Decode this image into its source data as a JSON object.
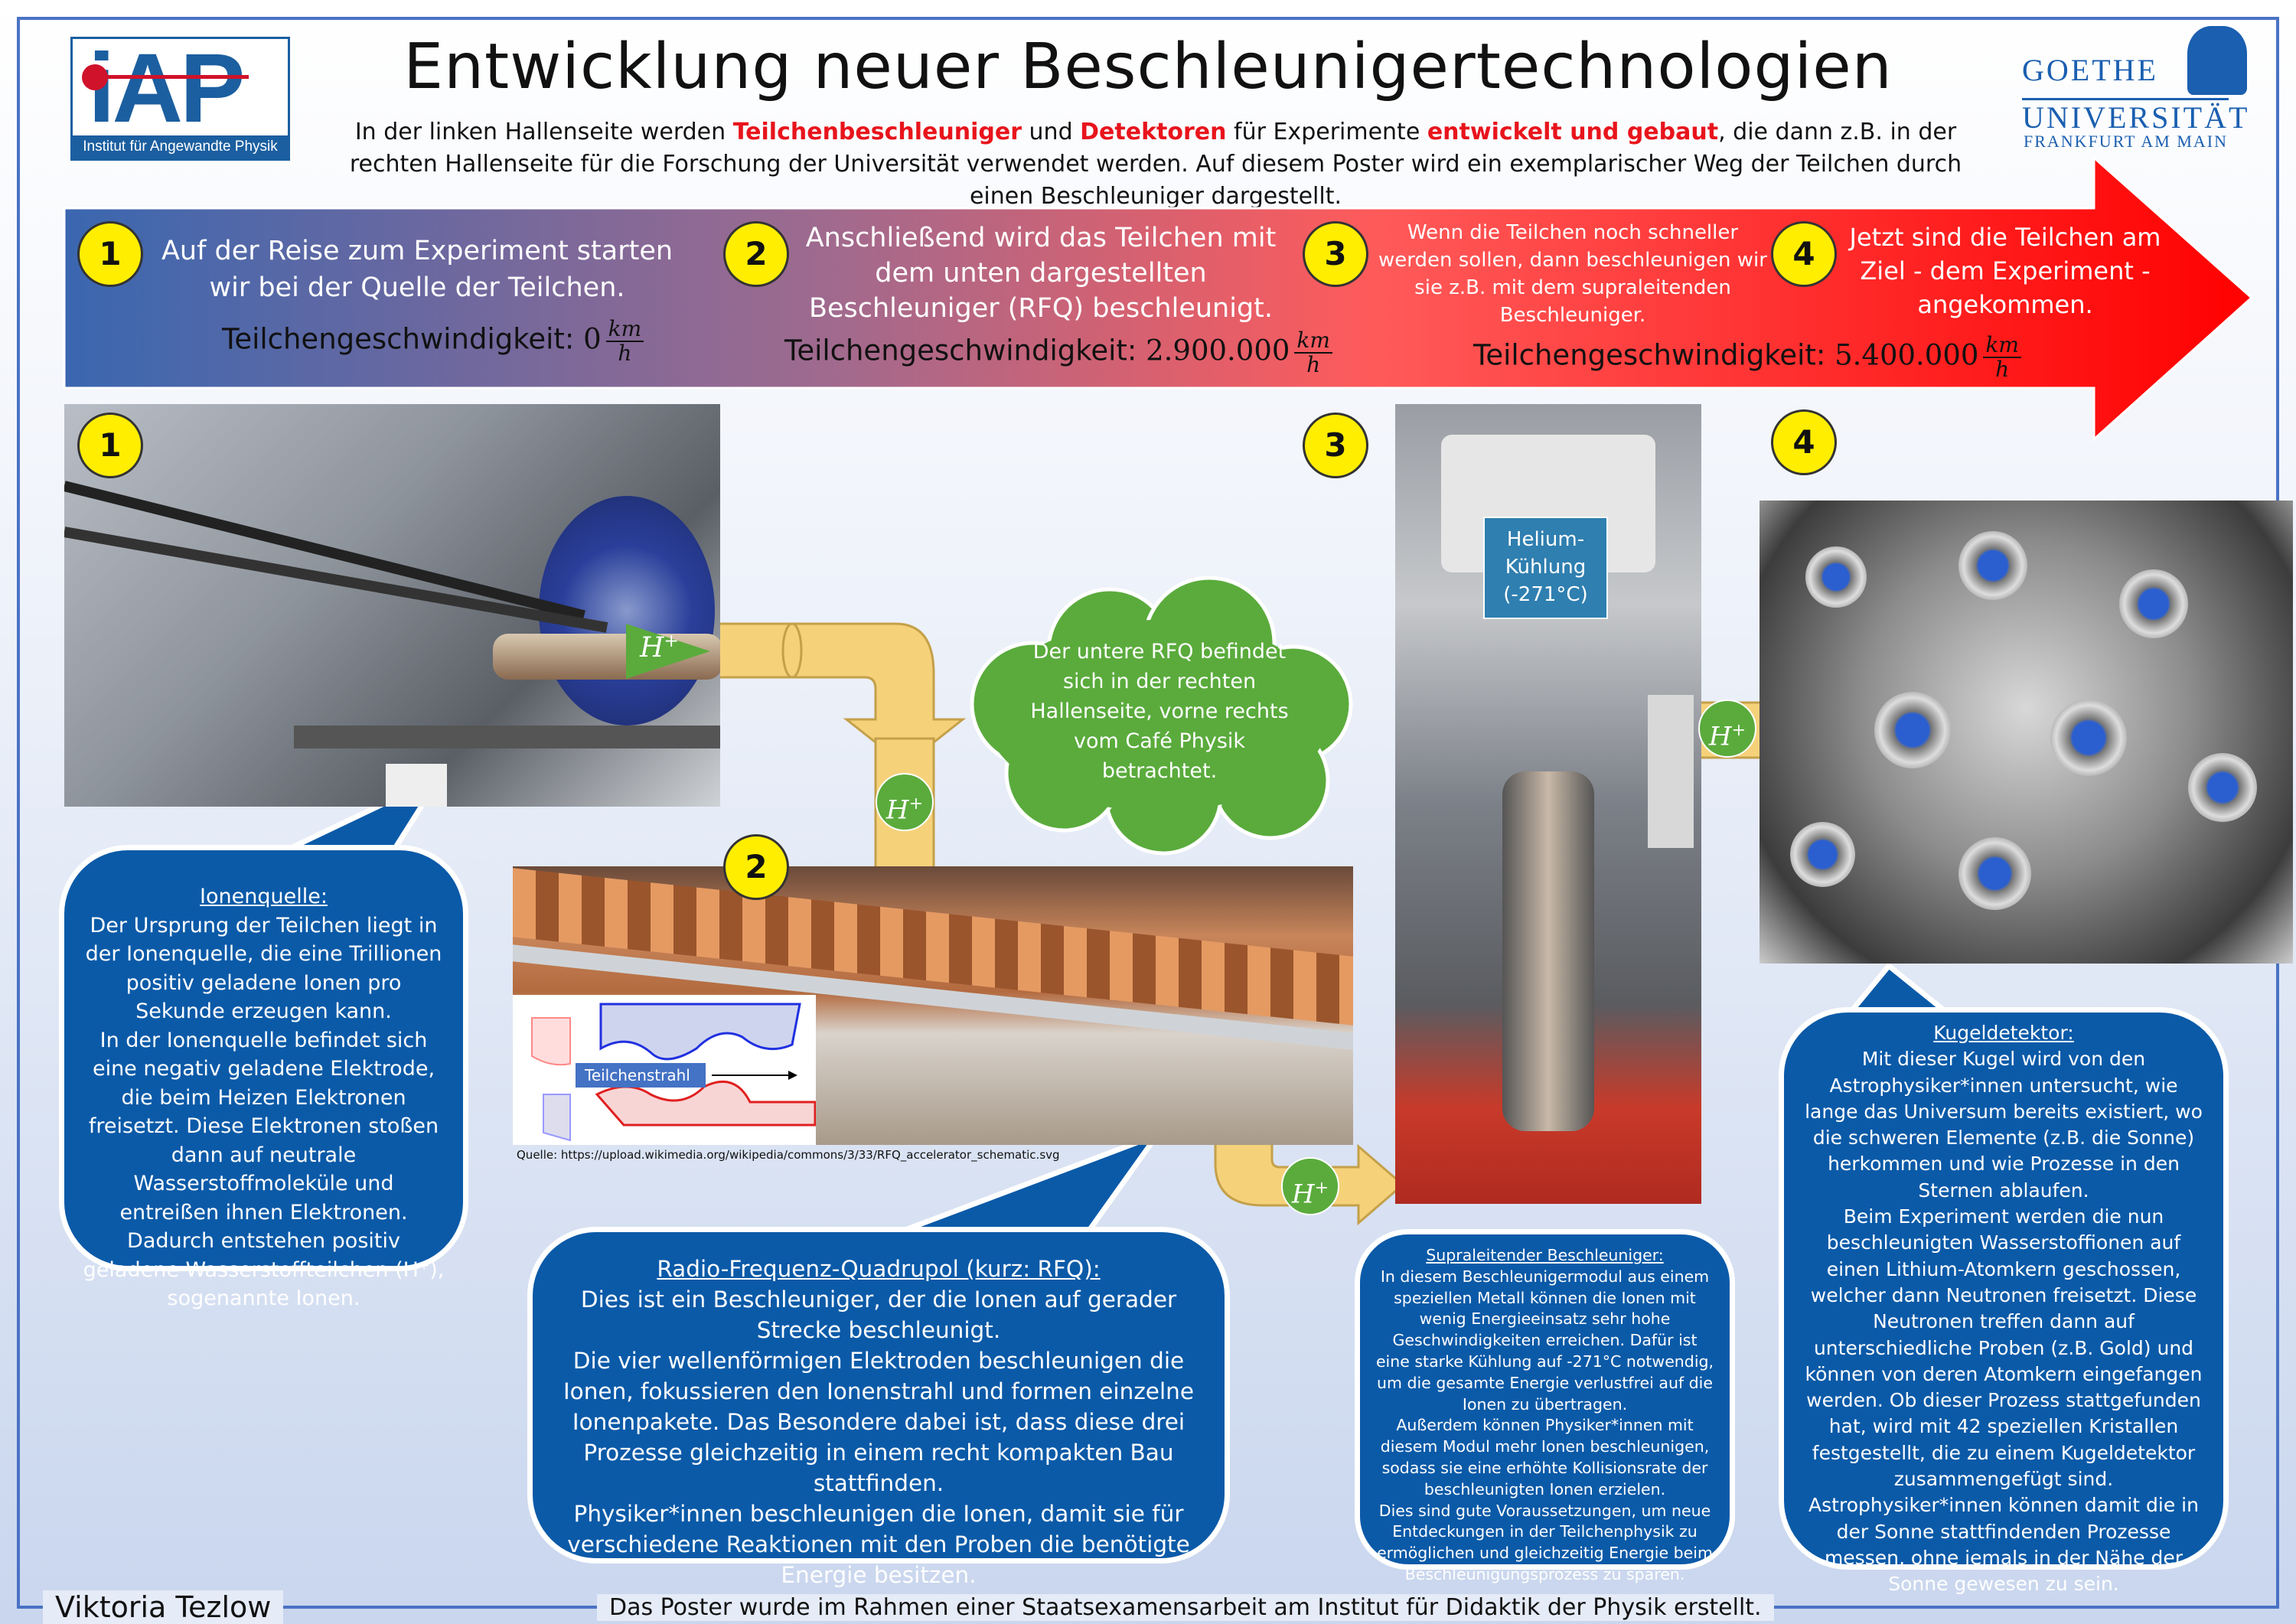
{
  "title": "Entwicklung neuer Beschleunigertechnologien",
  "intro": {
    "segments": [
      {
        "text": "In der linken Hallenseite werden ",
        "hl": false
      },
      {
        "text": "Teilchenbeschleuniger",
        "hl": true
      },
      {
        "text": " und ",
        "hl": false
      },
      {
        "text": "Detektoren",
        "hl": true
      },
      {
        "text": " für Experimente ",
        "hl": false
      },
      {
        "text": "entwickelt und gebaut",
        "hl": true
      },
      {
        "text": ", die dann z.B. in der rechten Hallenseite für die Forschung der Universität verwendet werden. Auf diesem Poster wird ein exemplarischer Weg der Teilchen durch einen Beschleuniger dargestellt.",
        "hl": false
      }
    ]
  },
  "logos": {
    "iap": {
      "letters": "iAP",
      "subtitle": "Institut für Angewandte Physik"
    },
    "goethe": {
      "line1": "GOETHE",
      "line2": "UNIVERSITÄT",
      "line3": "FRANKFURT AM MAIN"
    }
  },
  "steps": [
    {
      "number": "1",
      "text": "Auf der Reise zum Experiment starten wir bei der Quelle der Teilchen.",
      "speed_label": "Teilchengeschwindigkeit:",
      "speed_value": "0"
    },
    {
      "number": "2",
      "text": "Anschließend wird das Teilchen mit dem unten dargestellten Beschleuniger (RFQ) beschleunigt.",
      "speed_label": "Teilchengeschwindigkeit:",
      "speed_value": "2.900.000"
    },
    {
      "number": "3",
      "text": "Wenn die Teilchen noch schneller werden sollen, dann beschleunigen wir sie z.B. mit dem supraleitenden Beschleuniger.",
      "speed_label": "Teilchengeschwindigkeit:",
      "speed_value": "5.400.000"
    },
    {
      "number": "4",
      "text": "Jetzt sind die Teilchen am Ziel - dem Experiment - angekommen."
    }
  ],
  "unit": {
    "num": "km",
    "den": "h"
  },
  "particle_label": "H+",
  "cloud_text": "Der untere RFQ befindet sich in der rechten Hallenseite, vorne rechts vom Café Physik betrachtet.",
  "helium_label": "Helium-Kühlung (-271°C)",
  "schematic_label": "Teilchenstrahl",
  "source": "Quelle: https://upload.wikimedia.org/wikipedia/commons/3/33/RFQ_accelerator_schematic.svg",
  "bubbles": {
    "ion_source": {
      "heading": "Ionenquelle:",
      "paragraphs": [
        "Der Ursprung der Teilchen liegt in der Ionenquelle, die eine Trillionen positiv geladene Ionen pro Sekunde erzeugen kann.",
        "In der Ionenquelle befindet sich eine negativ geladene Elektrode, die beim Heizen Elektronen freisetzt. Diese Elektronen stoßen dann auf neutrale Wasserstoffmoleküle und entreißen ihnen Elektronen. Dadurch entstehen positiv geladene Wasserstoffteilchen (H⁺), sogenannte Ionen."
      ]
    },
    "rfq": {
      "heading": "Radio-Frequenz-Quadrupol (kurz: RFQ):",
      "paragraphs": [
        "Dies ist ein Beschleuniger, der die Ionen auf gerader Strecke beschleunigt.",
        "Die vier wellenförmigen Elektroden beschleunigen die Ionen, fokussieren den Ionenstrahl und formen einzelne Ionenpakete. Das Besondere dabei ist, dass diese drei Prozesse gleichzeitig in einem recht kompakten Bau stattfinden.",
        "Physiker*innen beschleunigen die Ionen, damit sie für verschiedene Reaktionen mit den Proben die benötigte Energie besitzen."
      ]
    },
    "superconducting": {
      "heading": "Supraleitender Beschleuniger:",
      "paragraphs": [
        "In diesem Beschleunigermodul aus einem speziellen Metall können die Ionen mit wenig Energieeinsatz sehr hohe Geschwindigkeiten erreichen. Dafür ist eine starke Kühlung auf -271°C notwendig, um die gesamte Energie verlustfrei auf die Ionen zu übertragen.",
        "Außerdem können Physiker*innen mit diesem Modul mehr Ionen beschleunigen, sodass sie eine erhöhte Kollisionsrate der beschleunigten Ionen erzielen.",
        "Dies sind gute Voraussetzungen, um neue Entdeckungen in der Teilchenphysik zu ermöglichen und gleichzeitig Energie beim Beschleunigungsprozess zu sparen."
      ]
    },
    "detector": {
      "heading": "Kugeldetektor:",
      "paragraphs": [
        "Mit dieser Kugel wird von den Astrophysiker*innen untersucht, wie lange das Universum bereits existiert, wo die schweren Elemente (z.B. die Sonne) herkommen und wie Prozesse in den Sternen ablaufen.",
        "Beim Experiment werden die nun beschleunigten Wasserstoffionen auf einen Lithium-Atomkern geschossen, welcher dann Neutronen freisetzt. Diese Neutronen treffen dann auf unterschiedliche Proben (z.B. Gold) und können von deren Atomkern eingefangen werden. Ob dieser Prozess stattgefunden hat, wird mit 42 speziellen Kristallen festgestellt, die zu einem Kugeldetektor zusammengefügt sind.",
        "Astrophysiker*innen können damit die in der Sonne stattfindenden Prozesse messen, ohne jemals in der Nähe der Sonne gewesen zu sein."
      ]
    }
  },
  "footer": {
    "author": "Viktoria Tezlow",
    "note": "Das Poster wurde im Rahmen einer Staatsexamensarbeit am Institut für Didaktik der Physik erstellt."
  },
  "colors": {
    "bubble": "#0b5aa8",
    "badge": "#ffee00",
    "highlight": "#e8141c",
    "arrow_start": "#3a67b0",
    "arrow_end": "#ff0000"
  }
}
